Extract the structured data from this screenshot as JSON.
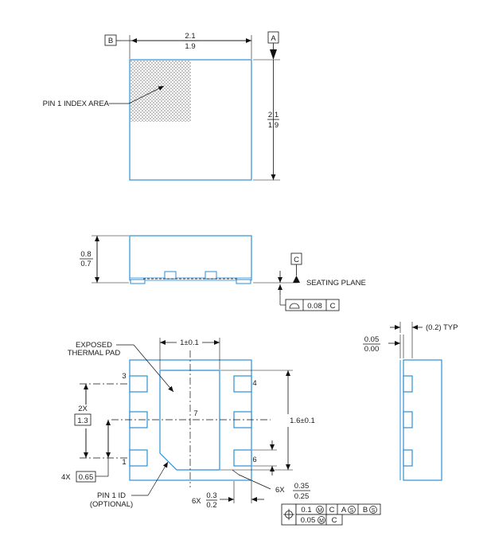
{
  "top_view": {
    "datum_b": "B",
    "datum_a": "A",
    "width_max": "2.1",
    "width_min": "1.9",
    "height_max": "2.1",
    "height_min": "1.9",
    "pin1_index_label": "PIN 1 INDEX AREA"
  },
  "side_view": {
    "height_max": "0.8",
    "height_min": "0.7",
    "datum_c": "C",
    "seating_plane_label": "SEATING PLANE",
    "flatness_value": "0.08",
    "flatness_datum": "C"
  },
  "bottom_view": {
    "exposed_pad_label_1": "EXPOSED",
    "exposed_pad_label_2": "THERMAL PAD",
    "pad_width": "1±0.1",
    "pad_height": "1.6±0.1",
    "pin_3": "3",
    "pin_4": "4",
    "pin_1": "1",
    "pin_6": "6",
    "pin_7": "7",
    "pitch_count": "2X",
    "pitch_value": "1.3",
    "lead_pitch_count": "4X",
    "lead_pitch_value": "0.65",
    "pin1_id_label_1": "PIN 1 ID",
    "pin1_id_label_2": "(OPTIONAL)",
    "lead_length_count": "6X",
    "lead_length_max": "0.3",
    "lead_length_min": "0.2",
    "lead_width_count": "6X",
    "lead_width_max": "0.35",
    "lead_width_min": "0.25",
    "fcf_row1_value": "0.1",
    "fcf_row1_datum_c": "C",
    "fcf_row1_datum_a": "A",
    "fcf_row1_datum_b": "B",
    "fcf_row2_value": "0.05",
    "fcf_row2_datum_c": "C",
    "modifier_m": "M",
    "modifier_s": "S"
  },
  "end_view": {
    "standoff_max": "0.05",
    "standoff_min": "0.00",
    "terminal_thickness": "(0.2) TYP"
  }
}
